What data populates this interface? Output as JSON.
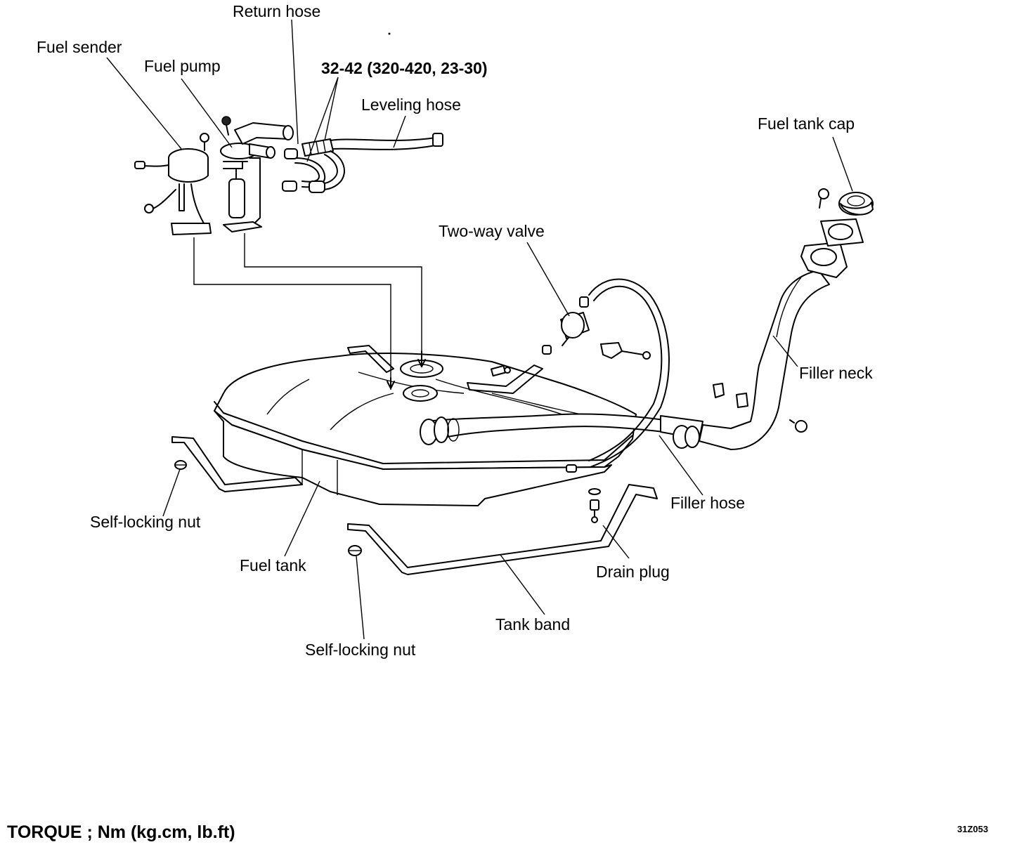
{
  "labels": {
    "return_hose": "Return hose",
    "fuel_sender": "Fuel sender",
    "fuel_pump": "Fuel pump",
    "torque_spec": "32-42 (320-420, 23-30)",
    "leveling_hose": "Leveling hose",
    "fuel_tank_cap": "Fuel tank cap",
    "two_way_valve": "Two-way valve",
    "filler_neck": "Filler neck",
    "filler_hose": "Filler hose",
    "self_locking_nut_left": "Self-locking nut",
    "fuel_tank": "Fuel tank",
    "drain_plug": "Drain plug",
    "tank_band": "Tank band",
    "self_locking_nut_bottom": "Self-locking nut"
  },
  "footer": {
    "torque_units": "TORQUE ; Nm (kg.cm, lb.ft)",
    "figure_code": "31Z053"
  }
}
